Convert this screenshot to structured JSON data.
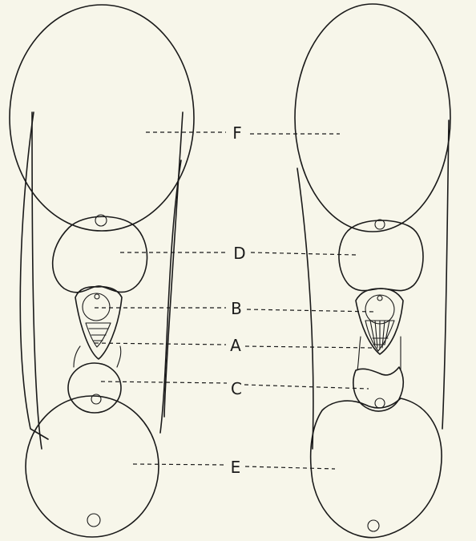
{
  "labels": {
    "F": "F",
    "D": "D",
    "B": "B",
    "A": "A",
    "C": "C",
    "E": "E"
  },
  "colors": {
    "background": "#f7f6ea",
    "ink": "#1a1a1a"
  }
}
